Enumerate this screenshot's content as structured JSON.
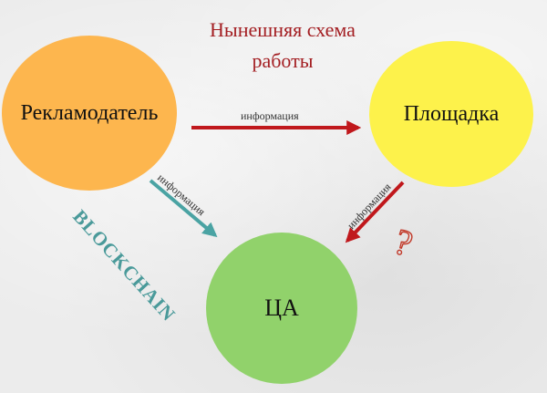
{
  "title": {
    "line1": "Нынешняя схема",
    "line2": "работы"
  },
  "nodes": {
    "advertiser": "Рекламодатель",
    "platform": "Площадка",
    "target_audience": "ЦА"
  },
  "edges": {
    "advertiser_to_platform": "информация",
    "advertiser_to_audience": "информация",
    "platform_to_audience": "информация"
  },
  "annotations": {
    "blockchain": "BLOCKCHAIN",
    "question_mark": "?"
  },
  "colors": {
    "title": "#a31e22",
    "advertiser": "#fdb64e",
    "platform": "#fdf24b",
    "target_audience": "#91d26b",
    "red_arrow": "#c0181c",
    "teal_arrow": "#4aa3a3",
    "blockchain_text": "#4a9a9a",
    "question_mark": "#c23a2a"
  }
}
